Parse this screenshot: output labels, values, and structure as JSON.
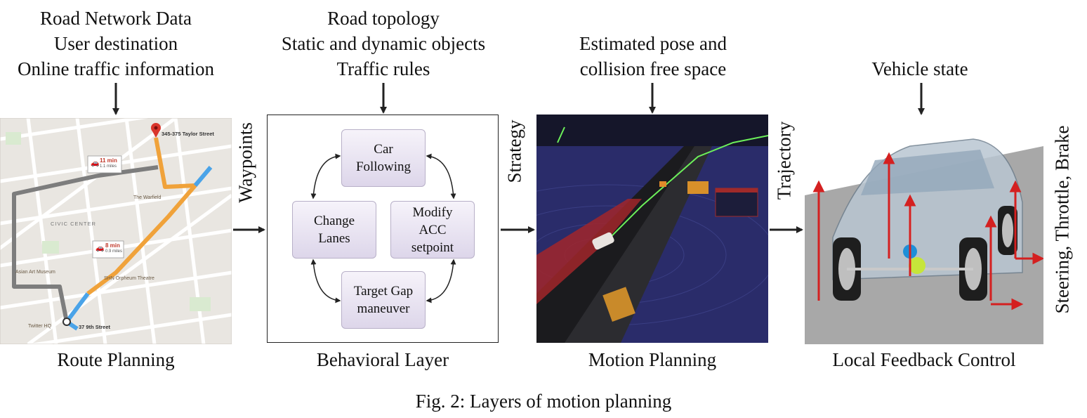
{
  "inputs": {
    "route": [
      "Road Network Data",
      "User destination",
      "Online traffic information"
    ],
    "behavioral": [
      "Road topology",
      "Static and dynamic objects",
      "Traffic rules"
    ],
    "motion": [
      "Estimated pose and",
      "collision free space"
    ],
    "control": [
      "Vehicle state"
    ]
  },
  "outputs": {
    "route": "Waypoints",
    "behavioral": "Strategy",
    "motion": "Trajectory",
    "control": "Steering, Throttle, Brake"
  },
  "layers": {
    "route": "Route Planning",
    "behavioral": "Behavioral Layer",
    "motion": "Motion Planning",
    "control": "Local Feedback Control"
  },
  "states": {
    "car_following": [
      "Car",
      "Following"
    ],
    "change_lanes": [
      "Change",
      "Lanes"
    ],
    "modify_acc": [
      "Modify",
      "ACC",
      "setpoint"
    ],
    "target_gap": [
      "Target Gap",
      "maneuver"
    ]
  },
  "map": {
    "destination": "345-375 Taylor Street",
    "origin": "37 9th Street",
    "time_primary": "11 min",
    "dist_primary": "1.1 miles",
    "time_alt": "8 min",
    "dist_alt": "0.9 miles",
    "poi_1": "The Warfield",
    "poi_2": "CIVIC CENTER",
    "poi_3": "Asian Art Museum",
    "poi_4": "SHN Orpheum Theatre",
    "poi_5": "Twitter HQ"
  },
  "caption": "Fig. 2: Layers of motion planning",
  "colors": {
    "route_orange": "#f0a23a",
    "route_blue": "#4aa3e8",
    "route_gray": "#7d7d7d",
    "red_arrow": "#d42020",
    "node_fill": "#e8e3f0"
  }
}
